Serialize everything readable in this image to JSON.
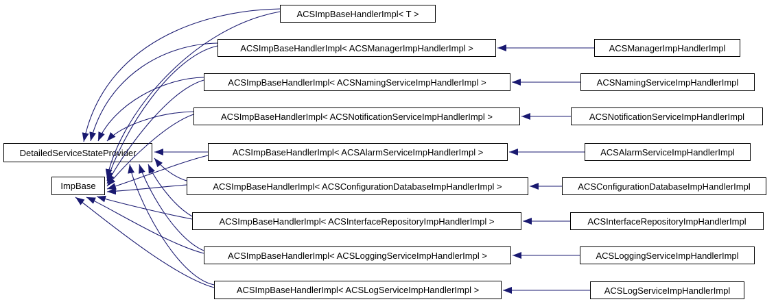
{
  "diagram": {
    "kind": "class-inheritance-graph",
    "colors": {
      "edge": "#191970",
      "node_border": "#000000",
      "node_fill": "#ffffff",
      "text": "#000000"
    },
    "nodes": {
      "dssp": {
        "label": "DetailedServiceStateProvider"
      },
      "impbase": {
        "label": "ImpBase"
      },
      "t": {
        "label": "ACSImpBaseHandlerImpl< T >"
      },
      "mid_manager": {
        "label": "ACSImpBaseHandlerImpl< ACSManagerImpHandlerImpl >"
      },
      "mid_naming": {
        "label": "ACSImpBaseHandlerImpl< ACSNamingServiceImpHandlerImpl >"
      },
      "mid_notification": {
        "label": "ACSImpBaseHandlerImpl< ACSNotificationServiceImpHandlerImpl >"
      },
      "mid_alarm": {
        "label": "ACSImpBaseHandlerImpl< ACSAlarmServiceImpHandlerImpl >"
      },
      "mid_configdb": {
        "label": "ACSImpBaseHandlerImpl< ACSConfigurationDatabaseImpHandlerImpl >"
      },
      "mid_irepo": {
        "label": "ACSImpBaseHandlerImpl< ACSInterfaceRepositoryImpHandlerImpl >"
      },
      "mid_logging": {
        "label": "ACSImpBaseHandlerImpl< ACSLoggingServiceImpHandlerImpl >"
      },
      "mid_logservice": {
        "label": "ACSImpBaseHandlerImpl< ACSLogServiceImpHandlerImpl >"
      },
      "r_manager": {
        "label": "ACSManagerImpHandlerImpl"
      },
      "r_naming": {
        "label": "ACSNamingServiceImpHandlerImpl"
      },
      "r_notification": {
        "label": "ACSNotificationServiceImpHandlerImpl"
      },
      "r_alarm": {
        "label": "ACSAlarmServiceImpHandlerImpl"
      },
      "r_configdb": {
        "label": "ACSConfigurationDatabaseImpHandlerImpl"
      },
      "r_irepo": {
        "label": "ACSInterfaceRepositoryImpHandlerImpl"
      },
      "r_logging": {
        "label": "ACSLoggingServiceImpHandlerImpl"
      },
      "r_logservice": {
        "label": "ACSLogServiceImpHandlerImpl"
      }
    },
    "edges": [
      {
        "from": "t",
        "to": "dssp"
      },
      {
        "from": "mid_manager",
        "to": "dssp"
      },
      {
        "from": "mid_naming",
        "to": "dssp"
      },
      {
        "from": "mid_notification",
        "to": "dssp"
      },
      {
        "from": "mid_alarm",
        "to": "dssp"
      },
      {
        "from": "mid_configdb",
        "to": "dssp"
      },
      {
        "from": "mid_irepo",
        "to": "dssp"
      },
      {
        "from": "mid_logging",
        "to": "dssp"
      },
      {
        "from": "mid_logservice",
        "to": "dssp"
      },
      {
        "from": "t",
        "to": "impbase"
      },
      {
        "from": "mid_manager",
        "to": "impbase"
      },
      {
        "from": "mid_naming",
        "to": "impbase"
      },
      {
        "from": "mid_notification",
        "to": "impbase"
      },
      {
        "from": "mid_alarm",
        "to": "impbase"
      },
      {
        "from": "mid_configdb",
        "to": "impbase"
      },
      {
        "from": "mid_irepo",
        "to": "impbase"
      },
      {
        "from": "mid_logging",
        "to": "impbase"
      },
      {
        "from": "mid_logservice",
        "to": "impbase"
      },
      {
        "from": "r_manager",
        "to": "mid_manager"
      },
      {
        "from": "r_naming",
        "to": "mid_naming"
      },
      {
        "from": "r_notification",
        "to": "mid_notification"
      },
      {
        "from": "r_alarm",
        "to": "mid_alarm"
      },
      {
        "from": "r_configdb",
        "to": "mid_configdb"
      },
      {
        "from": "r_irepo",
        "to": "mid_irepo"
      },
      {
        "from": "r_logging",
        "to": "mid_logging"
      },
      {
        "from": "r_logservice",
        "to": "mid_logservice"
      }
    ]
  }
}
